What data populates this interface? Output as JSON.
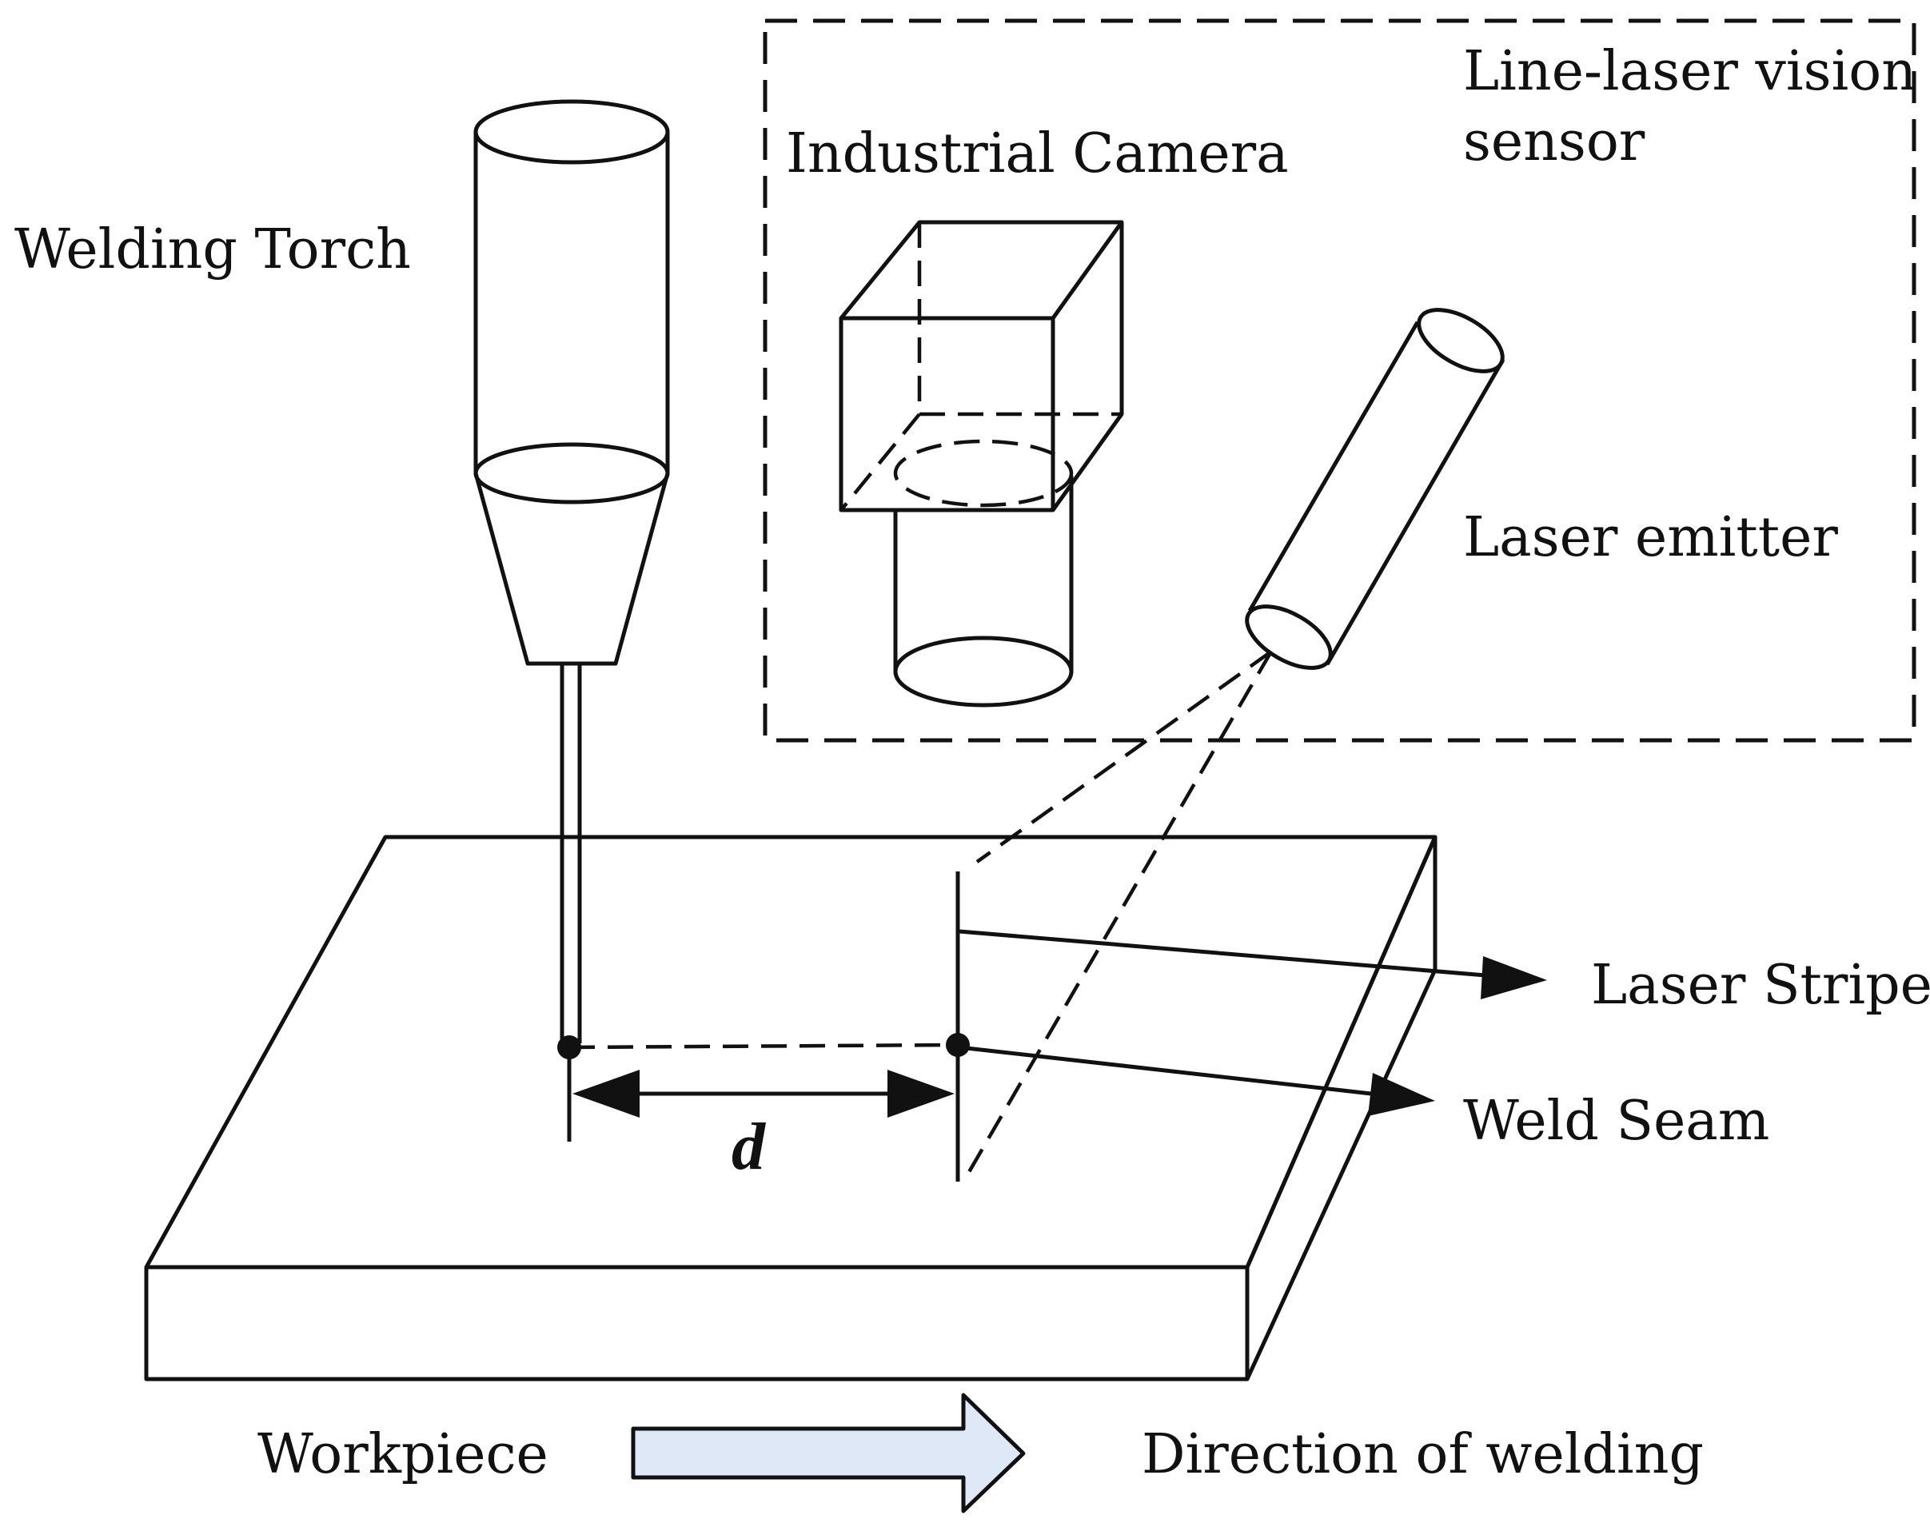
{
  "labels": {
    "welding_torch": "Welding Torch",
    "industrial_camera": "Industrial Camera",
    "sensor_line1": "Line-laser vision",
    "sensor_line2": "sensor",
    "laser_emitter": "Laser emitter",
    "laser_stripe": "Laser Stripe",
    "weld_seam": "Weld Seam",
    "distance": "d",
    "workpiece": "Workpiece",
    "direction": "Direction of welding"
  },
  "colors": {
    "line": "#111111",
    "background": "#ffffff",
    "direction_arrow_fill": "#dfe8f6"
  },
  "icons": {
    "direction_arrow": "block-arrow-right"
  }
}
